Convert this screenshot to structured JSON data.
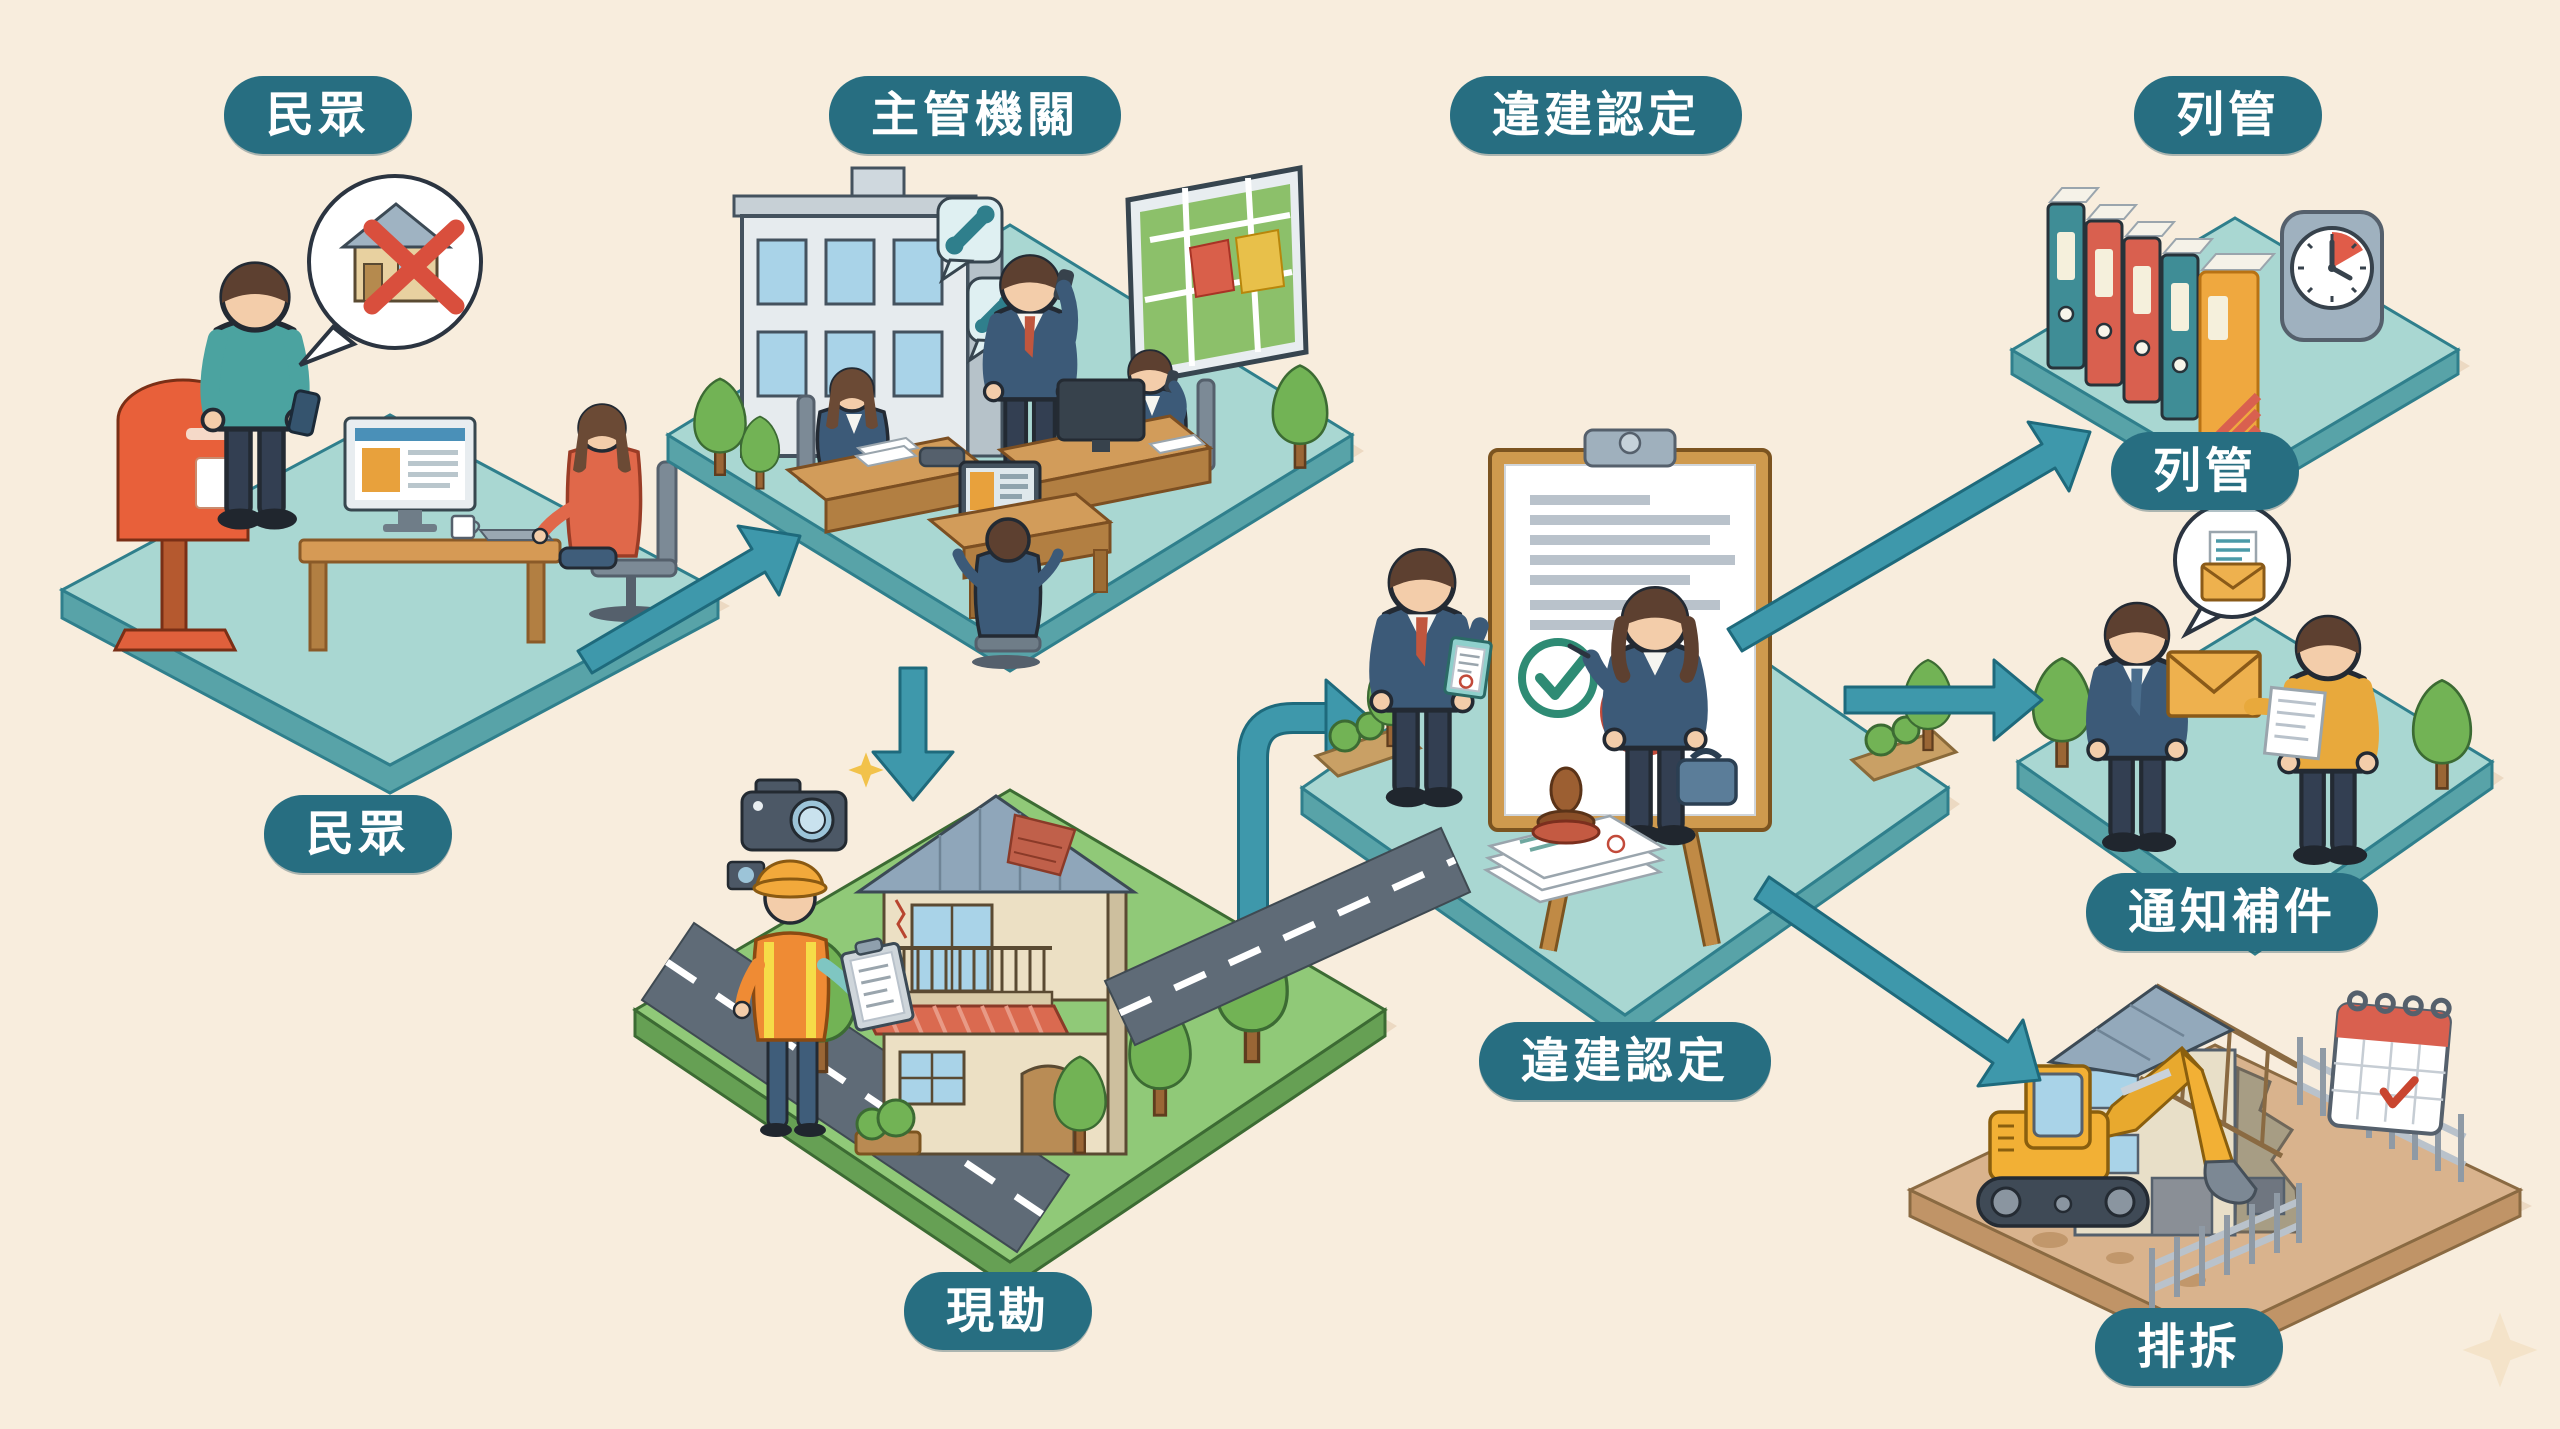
{
  "background": "#f8eddd",
  "colors": {
    "badge": "#276e81",
    "badge_text": "#ffffff",
    "arrow": "#3e98ab",
    "platform_top": "#a9d7d2",
    "platform_side": "#58a3a8",
    "grass": "#90c978",
    "road": "#5f6b77",
    "sand": "#d9b38d",
    "alert_red": "#d94f3d",
    "check_green": "#2e8b74"
  },
  "stage_headers": [
    {
      "id": "citizens",
      "label": "民眾"
    },
    {
      "id": "authority",
      "label": "主管機關"
    },
    {
      "id": "determination",
      "label": "違建認定"
    },
    {
      "id": "listing",
      "label": "列管"
    }
  ],
  "steps": [
    {
      "id": "citizens",
      "label": "民眾"
    },
    {
      "id": "site-survey",
      "label": "現勘"
    },
    {
      "id": "determination",
      "label": "違建認定"
    },
    {
      "id": "listing",
      "label": "列管"
    },
    {
      "id": "notify-supplement",
      "label": "通知補件"
    },
    {
      "id": "demolition",
      "label": "排拆"
    }
  ]
}
